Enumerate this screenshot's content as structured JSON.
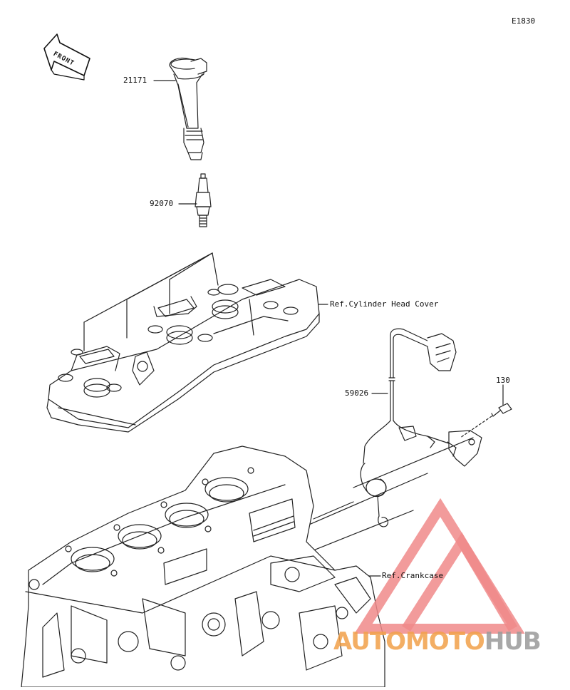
{
  "diagram_code": "E1830",
  "front_label": "FRONT",
  "parts": {
    "ignition_coil": "21171",
    "spark_plug": "92070",
    "harness": "59026",
    "bolt": "130"
  },
  "refs": {
    "cylinder_head_cover": "Ref.Cylinder Head Cover",
    "crankcase": "Ref.Crankcase"
  },
  "watermark": {
    "text_a": "AUTOMOTO",
    "text_b": "HUB",
    "color_triangle": "#f08a8a",
    "color_text_a": "#f2a14a",
    "color_text_b": "#9a9a9a"
  }
}
